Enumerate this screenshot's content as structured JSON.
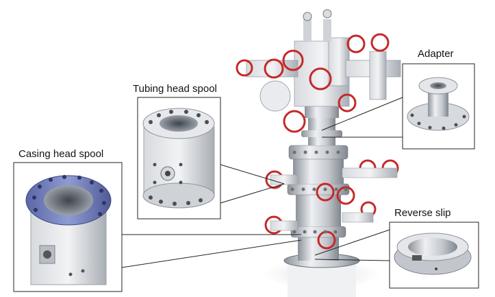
{
  "labels": {
    "tubing": "Tubing head spool",
    "casing": "Casing head spool",
    "adapter": "Adapter",
    "reverse": "Reverse slip"
  },
  "colors": {
    "metal_light": "#e4e6ea",
    "metal_mid": "#b9bdc4",
    "metal_dark": "#7d838c",
    "valve_red": "#c62828",
    "casing_blue": "#6b78b8",
    "leader": "#222222"
  }
}
